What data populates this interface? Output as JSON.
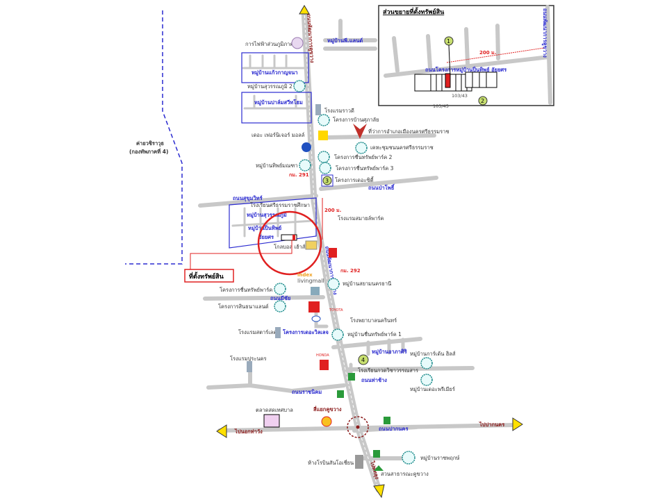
{
  "title": "แผนที่ตั้งทรัพย์สิน",
  "camp": {
    "line1": "ค่ายวชิราวุธ",
    "line2": "(กองทัพภาคที่ 4)"
  },
  "main_road": "ถนนพัฒนาการคูขวาง",
  "property_label": "ที่ตั้งทรัพย์สิน",
  "distance": "200 ม.",
  "km291": "กม. 291",
  "km292": "กม. 292",
  "roads": {
    "papho": "ถนนป่าโพธิ์",
    "sukhum": "ถนนสุขุมวิทร์",
    "meechai": "ถนนมีชัย",
    "village": "โครงการเดอะวิลเลจ",
    "thachang": "ถนนท่าช้าง",
    "ratchanikhom": "ถนนราชนิคม",
    "paknakhon": "ถนนปากนคร",
    "apasiri": "หมู่บ้านอาภาศิริ"
  },
  "directions": {
    "left": "ไปนอกท่าวัง",
    "right": "ไปปากนคร",
    "south": "ไปพัทลุง"
  },
  "places": {
    "pea": "การไฟฟ้าส่วนภูมิภาค",
    "pland": "หมู่บ้านพี.แลนด์",
    "kaew": "หมู่บ้านแก้วกาญจนา",
    "suwan2": "หมู่บ้านสุวรรณภูมิ 2",
    "palm": "หมู่บ้านปาล์มสวีทโฮม",
    "rawadee": "โรงแรมราวดี",
    "supalai": "โครงการบ้านศุภาลัย",
    "furniture": "เดอะ เฟอร์นิเจอร์ มอลล์",
    "district": "ที่ว่าการอำเภอเมืองนครศรีธรรมราช",
    "kheha": "เคหะชุมชนนครศรีธรรมราช",
    "park2": "โครงการชื่นทรัพย์พาร์ค 2",
    "park3": "โครงการชื่นทรัพย์พาร์ค 3",
    "thip": "หมู่บ้านทิพย์มณฑา",
    "city": "โครงการเดอะซิตี้",
    "school": "โรงเรียนศรีธรรมราชศึกษา",
    "suwan": "หมู่บ้านสุวรรณภูมิ",
    "pinthip": "หมู่บ้านปิ่นทิพย์",
    "ayasorn": "อัยยศร",
    "global": "โกลบอล เฮ้าส์",
    "smile": "โรงแรมสมายล์พาร์ค",
    "index1": "index",
    "index2": "livingmall",
    "siam": "หมู่บ้านสยามนครธานี",
    "park5": "โครงการชื่นทรัพย์พาร์ค 5",
    "sinthana": "โครงการสินธนาแลนด์",
    "toyota": "TOYOTA",
    "honda": "HONDA",
    "hospital": "โรงพยาบาลนครินทร์",
    "park1": "หมู่บ้านชื่นทรัพย์พาร์ค 1",
    "starlake": "โรงแรมสตาร์เลค",
    "puranakhon": "โรงแรมปูระนคร",
    "garden": "หมู่บ้านการ์เด้น ฮิลส์",
    "tutor": "โรงเรียนกวดวิชาวรรณสาร",
    "premier": "หมู่บ้านเดอะพรีเมียร์",
    "market": "ตลาดสดเทศบาล",
    "junction": "สี่แยกคูขวาง",
    "ratchaphruek": "หมู่บ้านราชพฤกษ์",
    "robinson": "ห้างโรบินสันโอเชี่ยน",
    "park": "สวนสาธารณะคูขวาง"
  },
  "markers": {
    "m1": "1",
    "m2": "2",
    "m3": "3",
    "m4": "4"
  },
  "inset": {
    "title": "ส่วนขยายที่ตั้งทรัพย์สิน",
    "road": "ถนนโครงการหมู่บ้านปิ่นทิพย์ อัยยศร",
    "distance": "200 ม.",
    "main_road": "ถนนพัฒนาการคูขวาง",
    "lot1": "103/45",
    "lot2": "103/43"
  }
}
